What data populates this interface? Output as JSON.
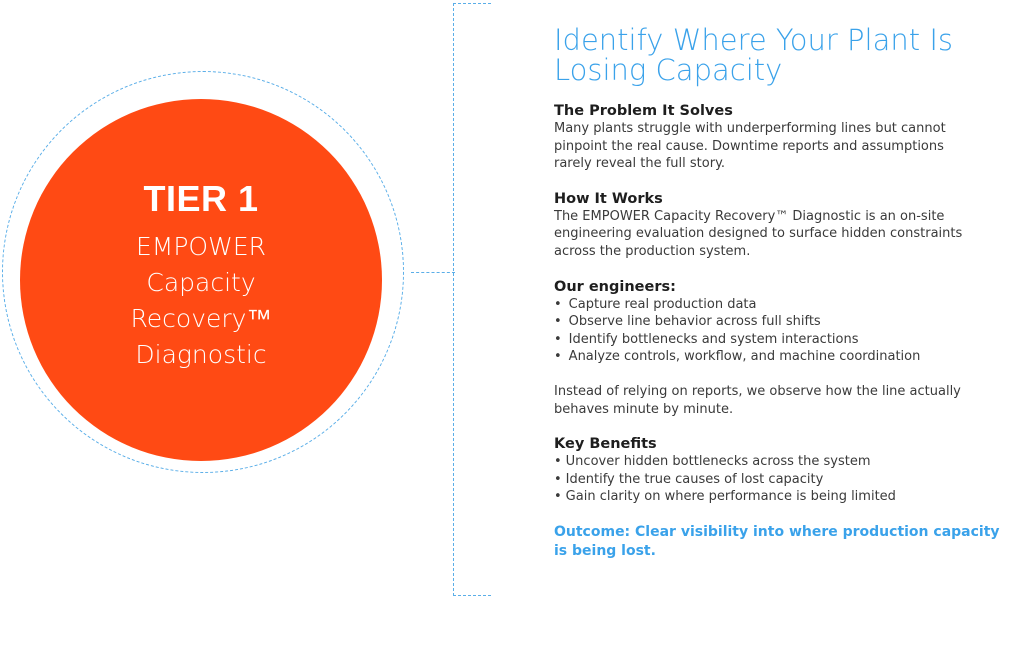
{
  "tier": {
    "title": "TIER 1",
    "name_lines": [
      "EMPOWER",
      "Capacity",
      "Recovery™",
      "Diagnostic"
    ]
  },
  "headline": {
    "line1": "Identify Where Your Plant Is",
    "line2": "Losing Capacity"
  },
  "problem": {
    "title": "The Problem It Solves",
    "lines": [
      "Many plants struggle with underperforming lines but cannot",
      "pinpoint the real cause. Downtime reports and assumptions",
      "rarely reveal the full story."
    ]
  },
  "how": {
    "title": "How It Works",
    "lines": [
      "The EMPOWER Capacity Recovery™ Diagnostic is an on-site",
      "engineering evaluation designed to surface hidden constraints",
      "across the production system."
    ]
  },
  "engineers": {
    "title": "Our engineers:",
    "bullet": "•",
    "items": [
      "Capture real production data",
      "Observe line behavior across full shifts",
      "Identify bottlenecks and system interactions",
      "Analyze controls, workflow, and machine coordination"
    ]
  },
  "instead": {
    "lines": [
      "Instead of relying on reports, we observe how the line actually",
      "behaves minute by minute."
    ]
  },
  "benefits": {
    "title": "Key Benefits",
    "bullet": "•",
    "items": [
      "Uncover hidden bottlenecks across the system",
      "Identify the true causes of lost capacity",
      "Gain clarity on where performance is being limited"
    ]
  },
  "outcome": {
    "lines": [
      "Outcome: Clear visibility into where production capacity",
      "is being lost."
    ]
  },
  "colors": {
    "accent_orange": "#ff4a14",
    "accent_blue": "#3aa2ea"
  }
}
